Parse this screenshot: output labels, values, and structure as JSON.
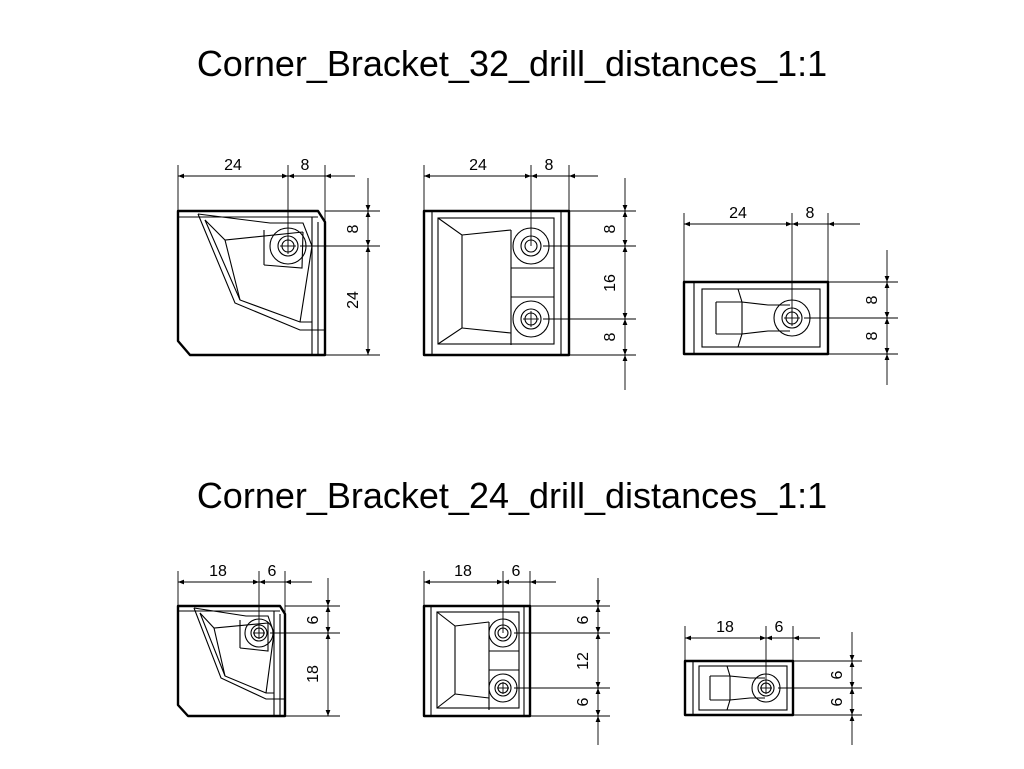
{
  "titles": {
    "top": "Corner_Bracket_32_drill_distances_1:1",
    "bottom": "Corner_Bracket_24_drill_distances_1:1"
  },
  "bracket32": {
    "side": {
      "h1": "24",
      "h2": "8",
      "v1": "8",
      "v2": "24"
    },
    "front": {
      "h1": "24",
      "h2": "8",
      "v1": "8",
      "v2": "16",
      "v3": "8"
    },
    "end": {
      "h1": "24",
      "h2": "8",
      "v1": "8",
      "v2": "8"
    }
  },
  "bracket24": {
    "side": {
      "h1": "18",
      "h2": "6",
      "v1": "6",
      "v2": "18"
    },
    "front": {
      "h1": "18",
      "h2": "6",
      "v1": "6",
      "v2": "12",
      "v3": "6"
    },
    "end": {
      "h1": "18",
      "h2": "6",
      "v1": "6",
      "v2": "6"
    }
  }
}
